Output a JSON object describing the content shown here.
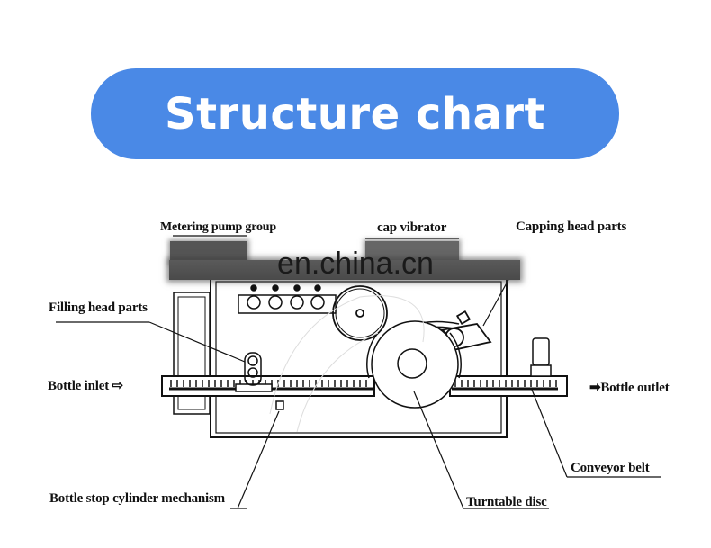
{
  "header": {
    "title": "Structure chart",
    "accent_color": "#4a89e6"
  },
  "watermark": {
    "text": "en.china.cn"
  },
  "labels": {
    "metering_pump_group": "Metering pump group",
    "cap_vibrator": "cap vibrator",
    "capping_head_parts": "Capping head parts",
    "filling_head_parts": "Filling head parts",
    "bottle_inlet": "Bottle inlet ⇨",
    "bottle_outlet": "➡Bottle outlet",
    "conveyor_belt": "Conveyor belt",
    "bottle_stop_cylinder": "Bottle stop cylinder mechanism",
    "turntable_disc": "Turntable disc"
  }
}
